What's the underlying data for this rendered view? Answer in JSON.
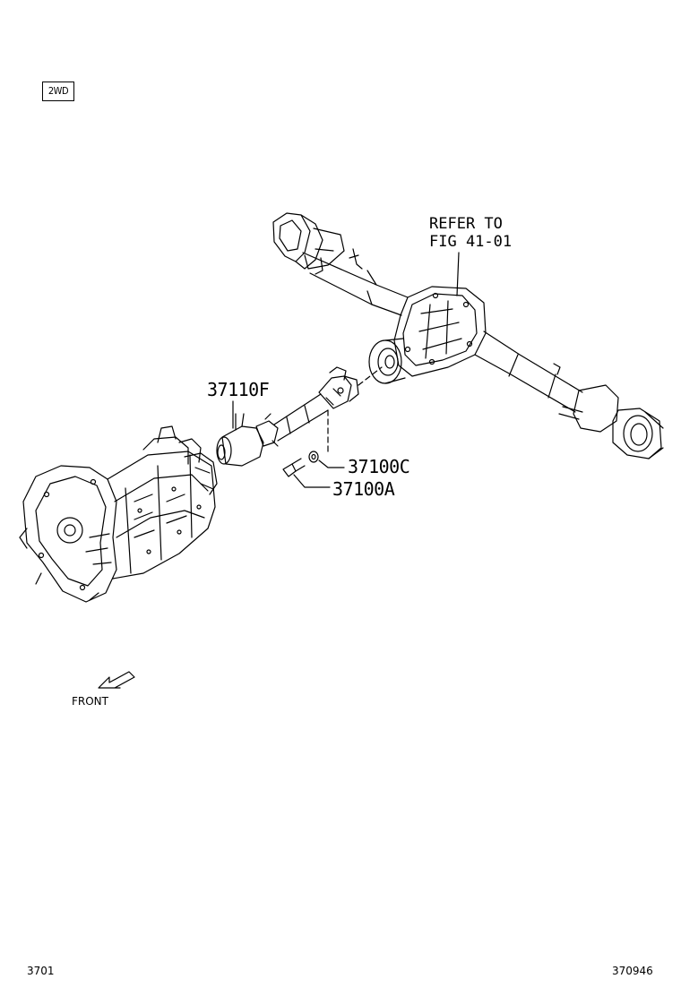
{
  "badge": "2WD",
  "refer_line1": "REFER TO",
  "refer_line2": "FIG 41-01",
  "callouts": {
    "shaft": "37110F",
    "nut": "37100C",
    "bolt": "37100A"
  },
  "front_label": "FRONT",
  "footer": {
    "left": "3701",
    "right": "370946"
  }
}
